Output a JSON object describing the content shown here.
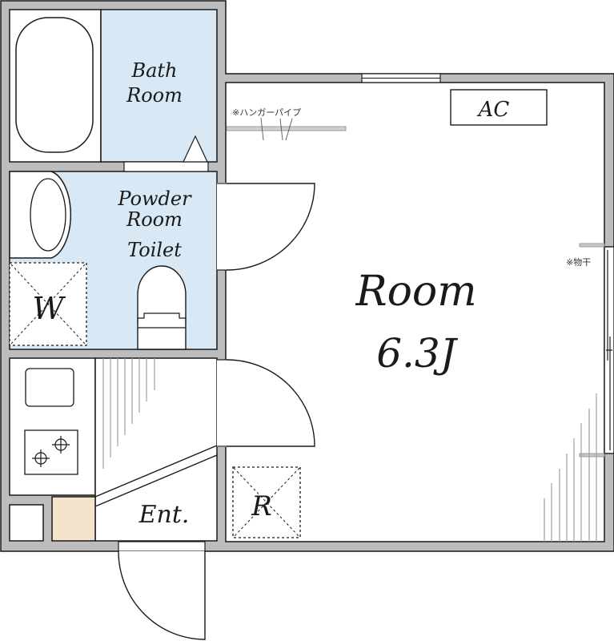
{
  "plan": {
    "title": "Floor Plan",
    "colors": {
      "wall": "#bdbdbd",
      "outline": "#1a1a1a",
      "wet_area": "#d8e8f5",
      "shoe_box": "#f5e4cc",
      "floor": "#ffffff",
      "hatch": "#a0a0a0"
    },
    "rooms": {
      "bath": {
        "line1": "Bath",
        "line2": "Room"
      },
      "powder": {
        "line1": "Powder",
        "line2": "Room",
        "line3": "Toilet"
      },
      "washer_mark": "W",
      "main": {
        "name": "Room",
        "size": "6.3J"
      },
      "fridge_mark": "R",
      "entrance": "Ent.",
      "ac": "AC"
    },
    "notes": {
      "hanger_pipe": "※ハンガーパイプ",
      "drying_rod": "※物干"
    }
  }
}
